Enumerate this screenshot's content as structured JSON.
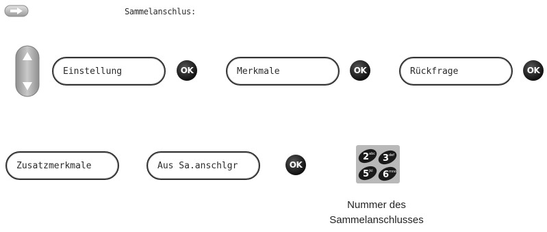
{
  "header": {
    "title": "Sammelanschlus:",
    "arrow_icon": "arrow-right-icon"
  },
  "nav_key": {
    "icon": "up-down-navigation-icon"
  },
  "row1": [
    {
      "label": "Einstellung"
    },
    {
      "label": "Merkmale"
    },
    {
      "label": "Rückfrage"
    }
  ],
  "row2": [
    {
      "label": "Zusatzmerkmale"
    },
    {
      "label": "Aus Sa.anschlgr"
    }
  ],
  "ok": {
    "label": "OK"
  },
  "keypad": {
    "icon": "numeric-keypad-icon",
    "keys": [
      {
        "digit": "2",
        "letters": "abc"
      },
      {
        "digit": "3",
        "letters": "def"
      },
      {
        "digit": "5",
        "letters": "jkl"
      },
      {
        "digit": "6",
        "letters": "mno"
      }
    ]
  },
  "caption": {
    "line1": "Nummer des",
    "line2": "Sammelanschlusses"
  }
}
